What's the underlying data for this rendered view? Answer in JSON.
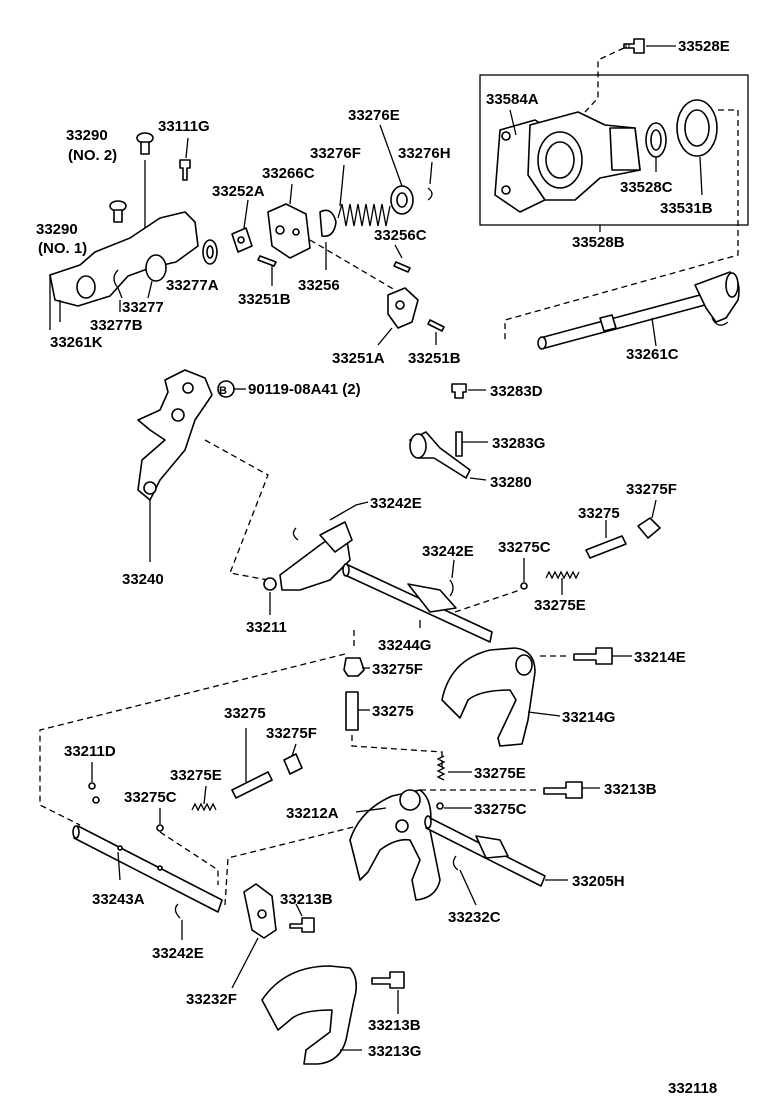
{
  "labels": {
    "p33528E_top": "33528E",
    "p33584A": "33584A",
    "p33528C": "33528C",
    "p33531B": "33531B",
    "p33528B": "33528B",
    "p33290_no2": "33290",
    "p33290_no2_sub": "(NO. 2)",
    "p33111G": "33111G",
    "p33276E": "33276E",
    "p33276F": "33276F",
    "p33276H": "33276H",
    "p33266C": "33266C",
    "p33252A": "33252A",
    "p33290_no1": "33290",
    "p33290_no1_sub": "(NO. 1)",
    "p33256C": "33256C",
    "p33277A": "33277A",
    "p33256": "33256",
    "p33277": "33277",
    "p33251B_a": "33251B",
    "p33277B": "33277B",
    "p33261K": "33261K",
    "p33251A": "33251A",
    "p33251B_b": "33251B",
    "p33261C": "33261C",
    "bolt_ref": "90119-08A41 (2)",
    "bolt_ref_symbol": "B",
    "p33283D": "33283D",
    "p33283G": "33283G",
    "p33280": "33280",
    "p33242E_a": "33242E",
    "p33275F_a": "33275F",
    "p33275_a": "33275",
    "p33242E_b": "33242E",
    "p33275C_a": "33275C",
    "p33240": "33240",
    "p33275E_a": "33275E",
    "p33211": "33211",
    "p33244G": "33244G",
    "p33214E": "33214E",
    "p33275F_b": "33275F",
    "p33214G": "33214G",
    "p33275_b": "33275",
    "p33275_c": "33275",
    "p33211D": "33211D",
    "p33275F_c": "33275F",
    "p33275E_b": "33275E",
    "p33275E_c": "33275E",
    "p33213B_a": "33213B",
    "p33275C_b": "33275C",
    "p33212A": "33212A",
    "p33275C_c": "33275C",
    "p33205H": "33205H",
    "p33213B_b": "33213B",
    "p33243A": "33243A",
    "p33232C": "33232C",
    "p33242E_c": "33242E",
    "p33232F": "33232F",
    "p33213B_c": "33213B",
    "p33213G": "33213G",
    "diagram_id": "332118"
  }
}
